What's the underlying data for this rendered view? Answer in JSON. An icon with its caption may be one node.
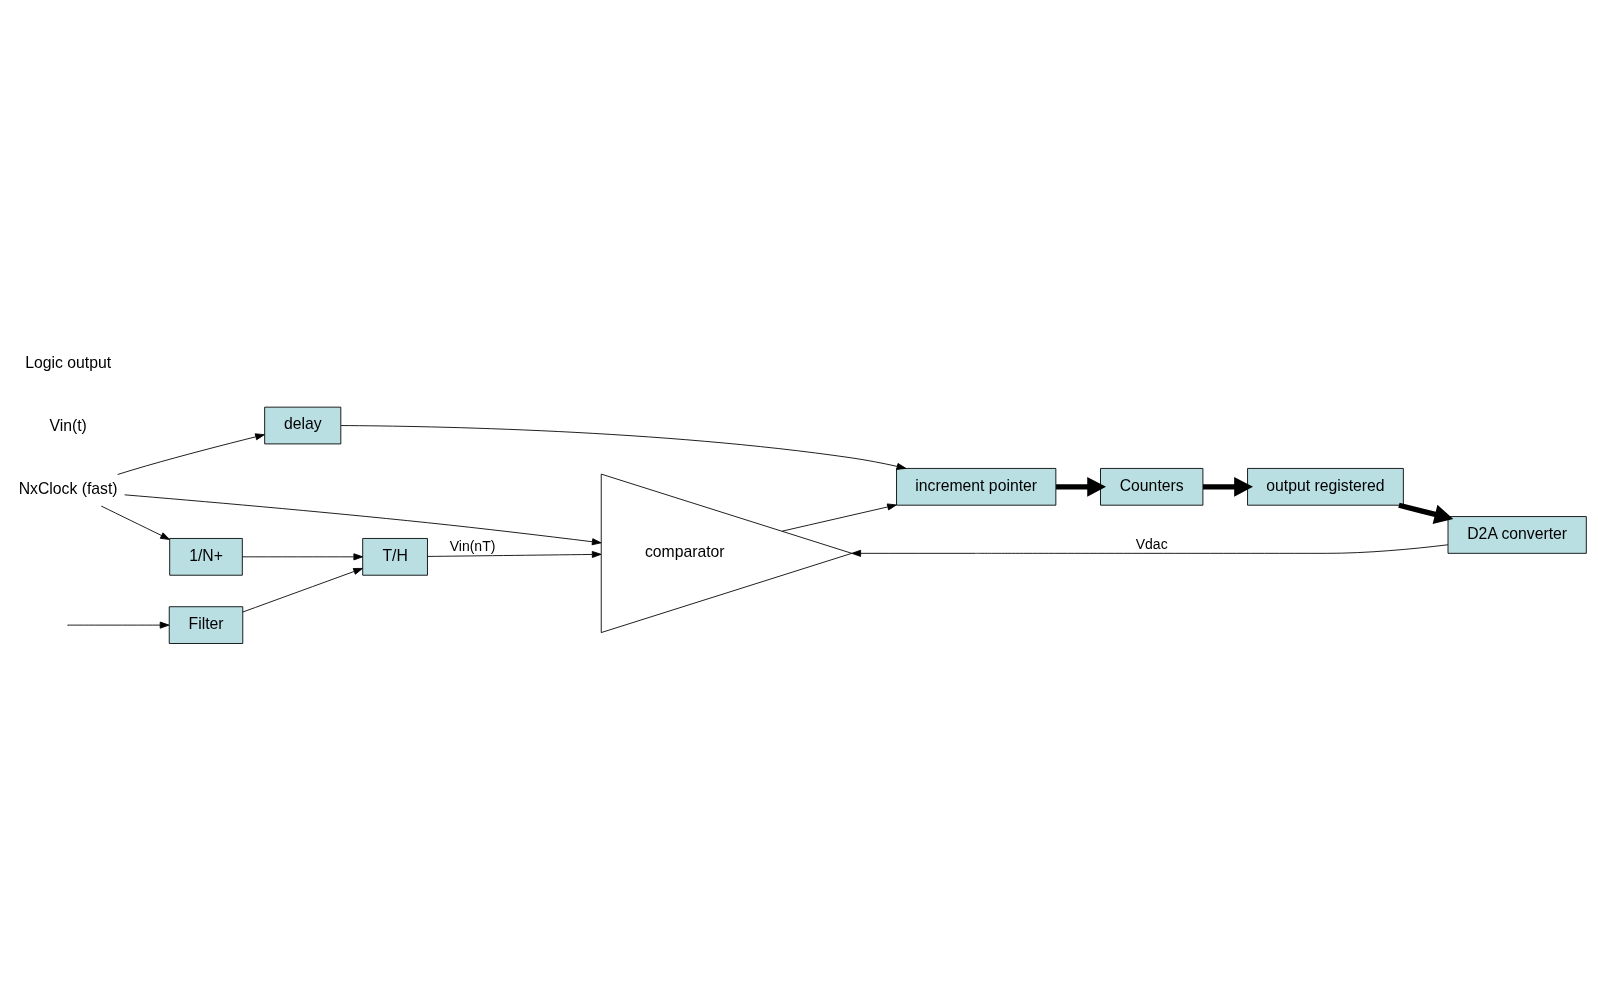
{
  "diagram": {
    "nodes": [
      {
        "text": [
          "Filter"
        ]
      },
      {
        "text": [
          "T/H"
        ]
      },
      {
        "text": [
          "comparator"
        ]
      },
      {
        "text": [
          "D2A converter"
        ]
      },
      {
        "text": [
          "output registered"
        ]
      },
      {
        "text": [
          "Counters"
        ]
      },
      {
        "text": [
          "increment pointer"
        ]
      },
      {
        "text": [
          "1/N+"
        ]
      },
      {
        "text": [
          "delay"
        ]
      },
      {
        "text": [
          "NxClock (fast)"
        ]
      }
    ],
    "edges": [
      {
        "from": null,
        "to": 0,
        "arrow": "to"
      },
      {
        "from": 0,
        "to": 1,
        "arrow": "to"
      },
      {
        "from": 1,
        "to": 2,
        "arrow": "to",
        "label": "Vin(nT)"
      },
      {
        "from": 3,
        "to": 2,
        "arrow": "to",
        "label": "Vdac"
      },
      {
        "from": 9,
        "to": 7,
        "arrow": "to"
      },
      {
        "from": 9,
        "to": 8,
        "arrow": "to"
      },
      {
        "from": 9,
        "to": 2,
        "arrow": "to"
      },
      {
        "from": 7,
        "to": 1,
        "arrow": "to"
      },
      {
        "from": 8,
        "to": 6,
        "arrow": "to"
      },
      {
        "from": 6,
        "to": 5,
        "arrow": "to",
        "style": "thick"
      },
      {
        "from": 5,
        "to": 4,
        "arrow": "to",
        "style": "thick"
      },
      {
        "from": 4,
        "to": 3,
        "arrow": "to",
        "style": "thick"
      },
      {
        "from": 2,
        "to": 6,
        "arrow": "to"
      }
    ],
    "labels": [
      "Vin(t)",
      "Logic output"
    ]
  }
}
